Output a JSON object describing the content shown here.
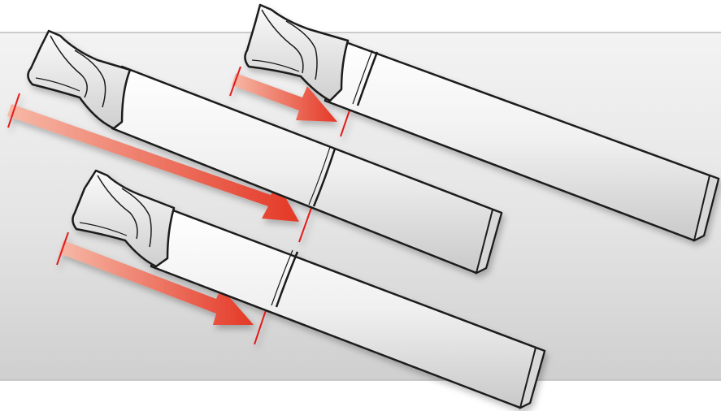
{
  "figure": {
    "description_free": true,
    "colors": {
      "page_background": "#ffffff",
      "panel_light": "#ededed",
      "panel_dark": "#d0d0d0",
      "tool_body": "#f2f2f2",
      "tool_outline": "#1a1a1a",
      "arrow_start": "#f7b9a7",
      "arrow_end": "#e43826",
      "marker_line": "#e21d1d"
    },
    "tools": [
      {
        "id": "long-reach",
        "marker_color": "marker_line"
      },
      {
        "id": "upper-short-reach",
        "marker_color": "marker_line"
      },
      {
        "id": "lower-short-reach",
        "marker_color": "marker_line"
      }
    ]
  }
}
